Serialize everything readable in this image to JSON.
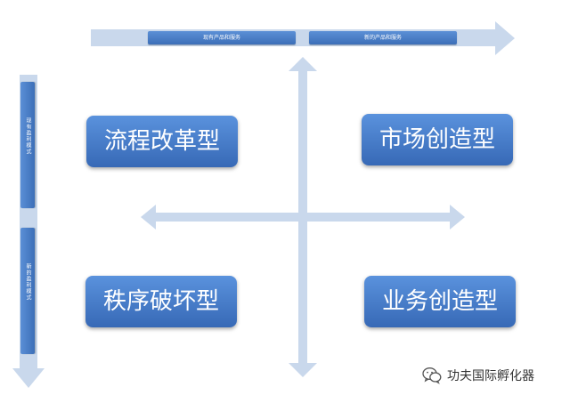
{
  "top_axis": {
    "left_label": "现有产品和服务",
    "right_label": "新的产品和服务"
  },
  "left_axis": {
    "top_label": "现有盈利模式",
    "bottom_label": "新的盈利模式"
  },
  "quadrants": {
    "top_left": "流程改革型",
    "top_right": "市场创造型",
    "bottom_left": "秩序破坏型",
    "bottom_right": "业务创造型"
  },
  "watermark": {
    "icon": "wechat-icon",
    "text": "功夫国际孵化器"
  },
  "colors": {
    "arrow": "#c9d8ec",
    "box_top": "#5a92dd",
    "box_bottom": "#3769b6"
  }
}
